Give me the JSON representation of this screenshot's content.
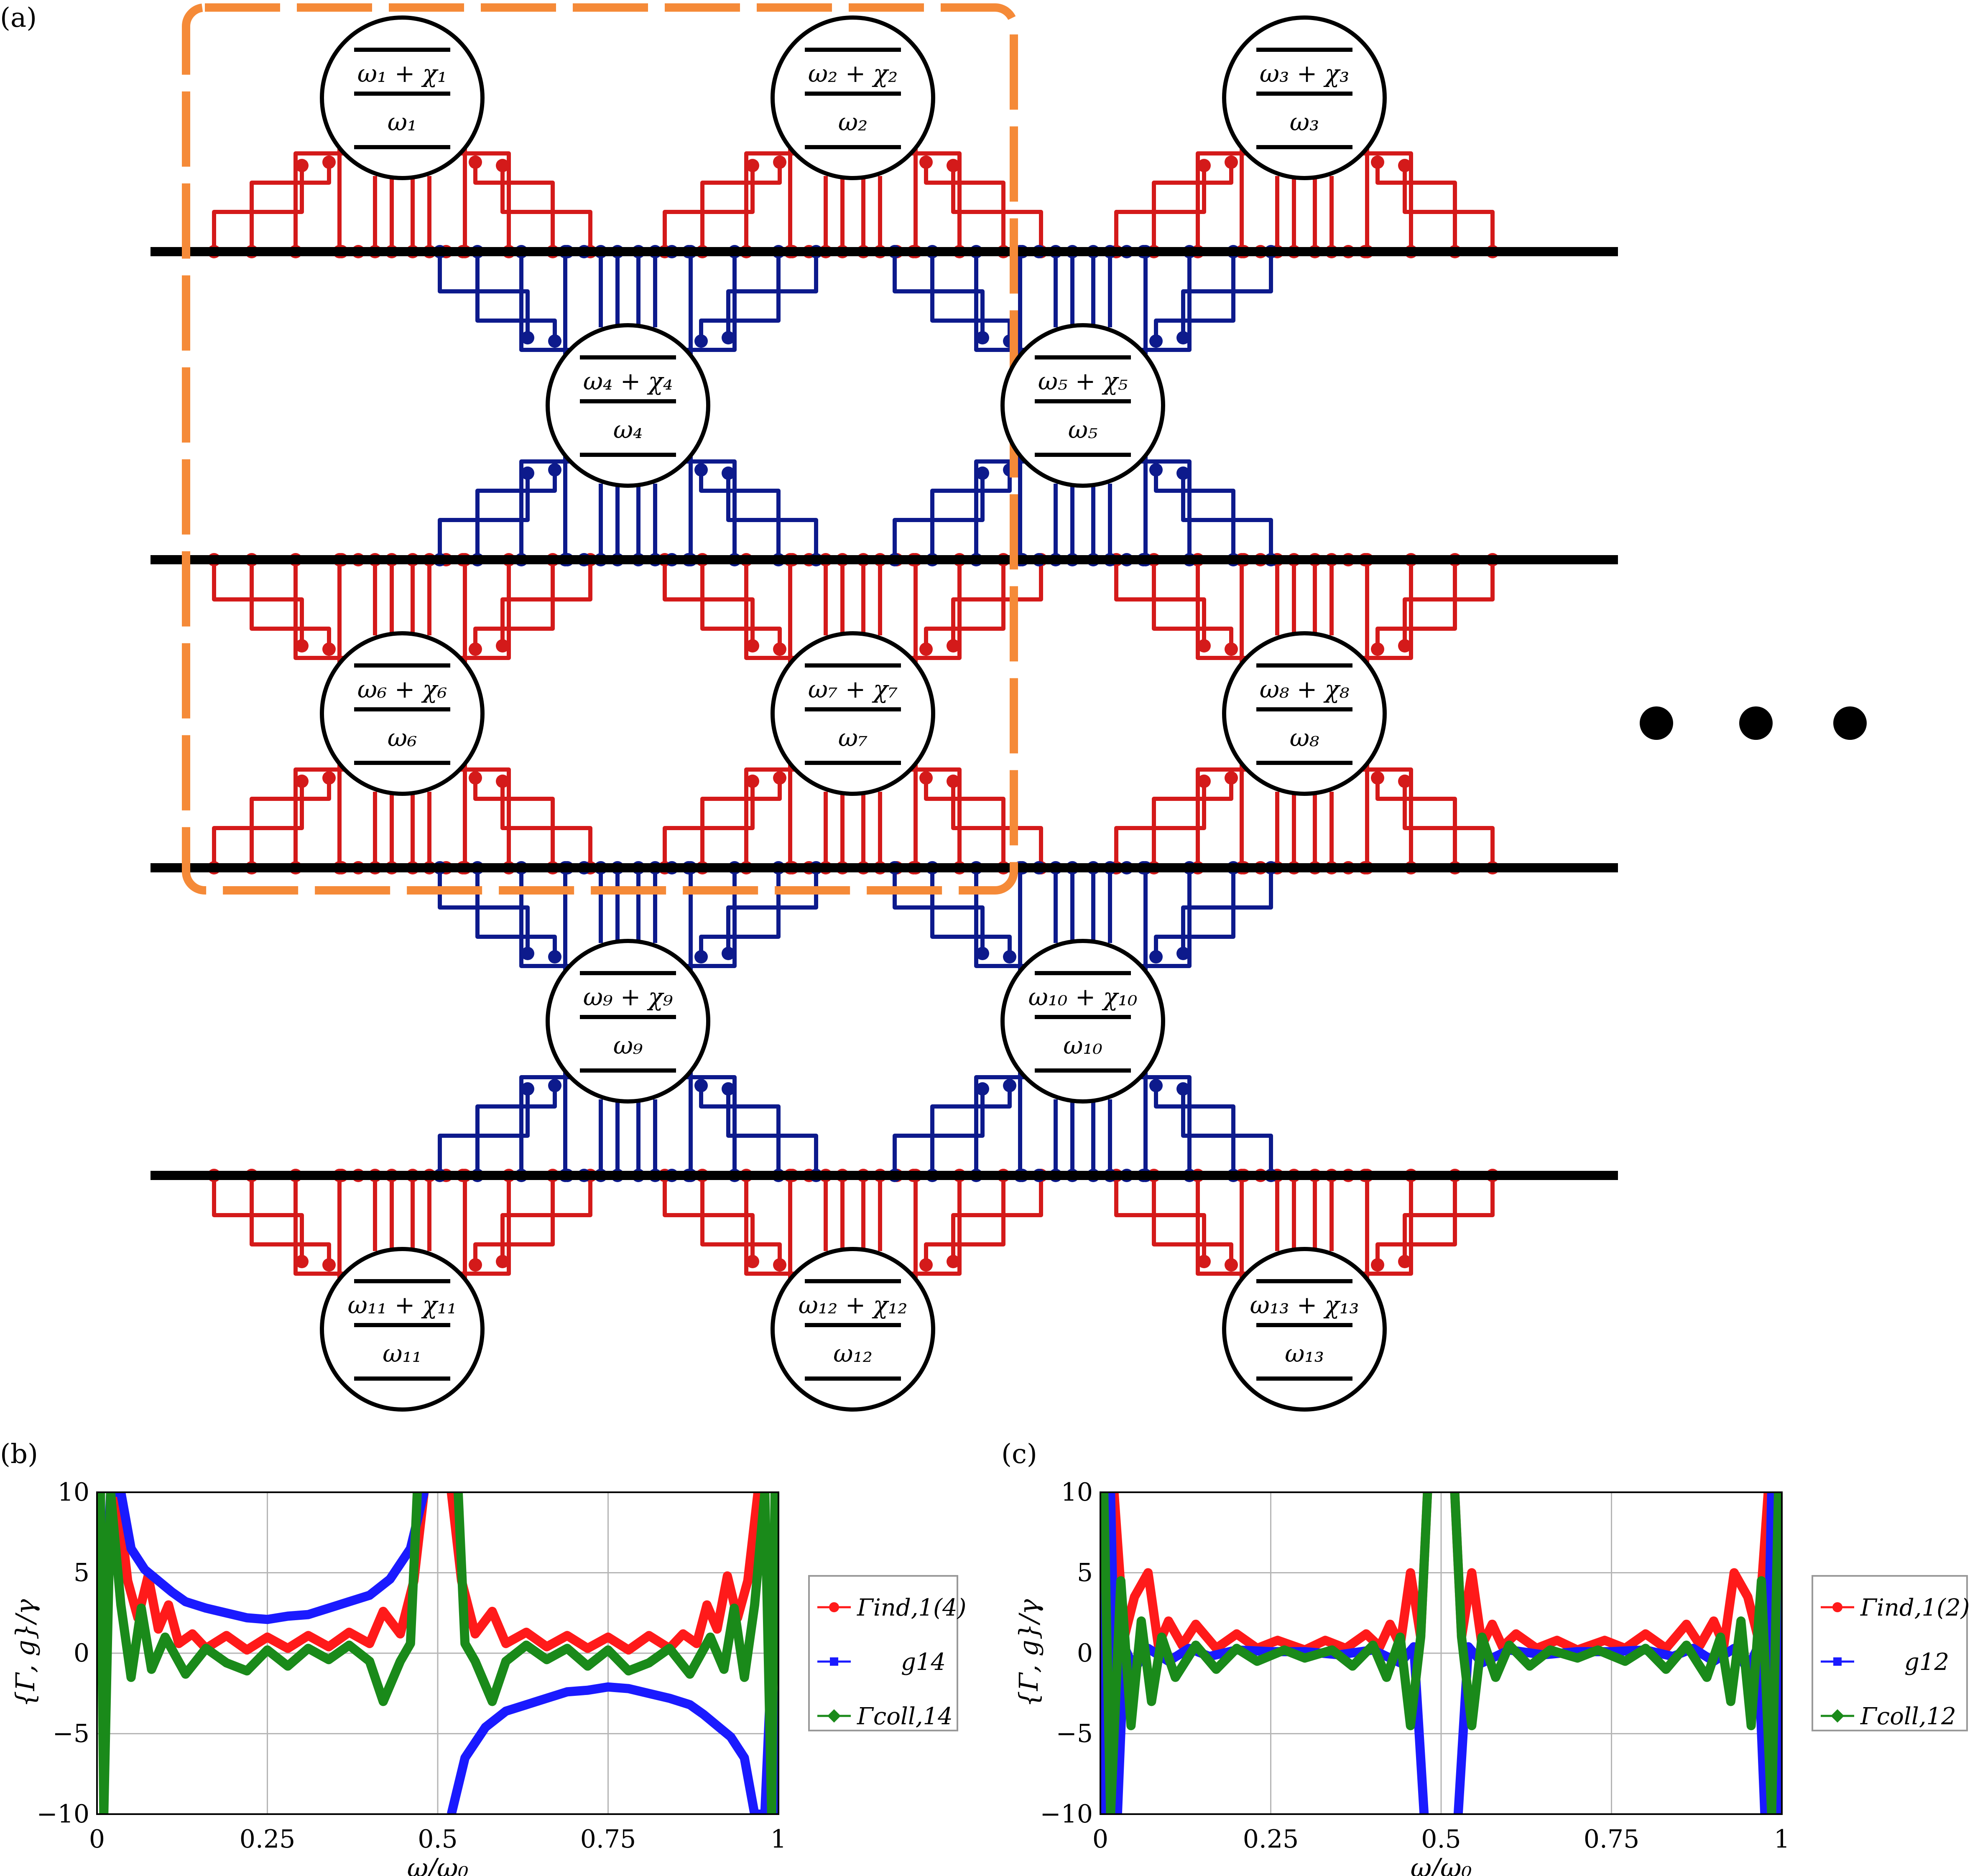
{
  "panels": {
    "a": "(a)",
    "b": "(b)",
    "c": "(c)"
  },
  "atoms": [
    {
      "id": "1",
      "upper": "ω₁ + χ₁",
      "lower": "ω₁"
    },
    {
      "id": "2",
      "upper": "ω₂ + χ₂",
      "lower": "ω₂"
    },
    {
      "id": "3",
      "upper": "ω₃ + χ₃",
      "lower": "ω₃"
    },
    {
      "id": "4",
      "upper": "ω₄ + χ₄",
      "lower": "ω₄"
    },
    {
      "id": "5",
      "upper": "ω₅ + χ₅",
      "lower": "ω₅"
    },
    {
      "id": "6",
      "upper": "ω₆ + χ₆",
      "lower": "ω₆"
    },
    {
      "id": "7",
      "upper": "ω₇ + χ₇",
      "lower": "ω₇"
    },
    {
      "id": "8",
      "upper": "ω₈ + χ₈",
      "lower": "ω₈"
    },
    {
      "id": "9",
      "upper": "ω₉ + χ₉",
      "lower": "ω₉"
    },
    {
      "id": "10",
      "upper": "ω₁₀ + χ₁₀",
      "lower": "ω₁₀"
    },
    {
      "id": "11",
      "upper": "ω₁₁ + χ₁₁",
      "lower": "ω₁₁"
    },
    {
      "id": "12",
      "upper": "ω₁₂ + χ₁₂",
      "lower": "ω₁₂"
    },
    {
      "id": "13",
      "upper": "ω₁₃ + χ₁₃",
      "lower": "ω₁₃"
    }
  ],
  "colors": {
    "red_coupling": "#d41a1a",
    "blue_coupling": "#0d1a8c",
    "waveguide": "#000000",
    "highlight_box": "#f58a38",
    "gamma_ind": "#ff1a1a",
    "g": "#1a1aff",
    "gamma_coll": "#1a8a1a"
  },
  "chart_data": [
    {
      "type": "line",
      "panel": "(b)",
      "ylabel": "{Γ, g}/γ",
      "xlabel": "ω/ω₀",
      "xlim": [
        0,
        1
      ],
      "ylim": [
        -10,
        10
      ],
      "xticks": [
        "0",
        "0.25",
        "0.5",
        "0.75",
        "1"
      ],
      "yticks": [
        "10",
        "5",
        "0",
        "−5",
        "−10"
      ],
      "grid": true,
      "legend_position": "right",
      "series": [
        {
          "name": "Γind,1(4)",
          "color": "#ff1a1a",
          "points": [
            [
              0.03,
              10
            ],
            [
              0.045,
              4.5
            ],
            [
              0.06,
              2.2
            ],
            [
              0.075,
              4.8
            ],
            [
              0.09,
              1.5
            ],
            [
              0.105,
              3
            ],
            [
              0.12,
              0.6
            ],
            [
              0.14,
              1.2
            ],
            [
              0.16,
              0.3
            ],
            [
              0.19,
              1.1
            ],
            [
              0.22,
              0.2
            ],
            [
              0.25,
              1
            ],
            [
              0.28,
              0.3
            ],
            [
              0.31,
              1.1
            ],
            [
              0.34,
              0.4
            ],
            [
              0.37,
              1.3
            ],
            [
              0.4,
              0.6
            ],
            [
              0.42,
              2.6
            ],
            [
              0.445,
              1.2
            ],
            [
              0.465,
              4.5
            ],
            [
              0.48,
              10
            ]
          ]
        },
        {
          "name": "g14",
          "color": "#1a1aff",
          "points": [
            [
              0.0,
              10
            ],
            [
              0.01,
              0.5
            ],
            [
              0.02,
              10
            ],
            [
              0.035,
              10
            ],
            [
              0.05,
              6.5
            ],
            [
              0.07,
              5.2
            ],
            [
              0.09,
              4.5
            ],
            [
              0.11,
              3.8
            ],
            [
              0.13,
              3.2
            ],
            [
              0.16,
              2.8
            ],
            [
              0.19,
              2.5
            ],
            [
              0.22,
              2.2
            ],
            [
              0.25,
              2.1
            ],
            [
              0.28,
              2.3
            ],
            [
              0.31,
              2.4
            ],
            [
              0.34,
              2.8
            ],
            [
              0.37,
              3.2
            ],
            [
              0.4,
              3.6
            ],
            [
              0.43,
              4.6
            ],
            [
              0.46,
              6.5
            ],
            [
              0.48,
              10
            ]
          ]
        },
        {
          "name": "Γcoll,14",
          "color": "#1a8a1a",
          "points": [
            [
              0.005,
              10
            ],
            [
              0.01,
              -10
            ],
            [
              0.02,
              10
            ],
            [
              0.035,
              3
            ],
            [
              0.05,
              -1.5
            ],
            [
              0.065,
              2.8
            ],
            [
              0.08,
              -1
            ],
            [
              0.1,
              1
            ],
            [
              0.13,
              -1.3
            ],
            [
              0.16,
              0.3
            ],
            [
              0.19,
              -0.6
            ],
            [
              0.22,
              -1.1
            ],
            [
              0.25,
              0.2
            ],
            [
              0.28,
              -0.8
            ],
            [
              0.31,
              0.3
            ],
            [
              0.34,
              -0.4
            ],
            [
              0.37,
              0.5
            ],
            [
              0.4,
              -0.5
            ],
            [
              0.42,
              -3
            ],
            [
              0.445,
              -0.5
            ],
            [
              0.46,
              0.6
            ],
            [
              0.47,
              10
            ]
          ]
        }
      ]
    },
    {
      "type": "line",
      "panel": "(c)",
      "ylabel": "{Γ, g}/γ",
      "xlabel": "ω/ω₀",
      "xlim": [
        0,
        1
      ],
      "ylim": [
        -10,
        10
      ],
      "xticks": [
        "0",
        "0.25",
        "0.5",
        "0.75",
        "1"
      ],
      "yticks": [
        "10",
        "5",
        "0",
        "−5",
        "−10"
      ],
      "grid": true,
      "legend_position": "right",
      "series": [
        {
          "name": "Γind,1(2)",
          "color": "#ff1a1a",
          "points": [
            [
              0.02,
              10
            ],
            [
              0.035,
              1
            ],
            [
              0.05,
              3.5
            ],
            [
              0.07,
              5
            ],
            [
              0.085,
              0.5
            ],
            [
              0.1,
              2
            ],
            [
              0.12,
              0.5
            ],
            [
              0.14,
              1.8
            ],
            [
              0.17,
              0.3
            ],
            [
              0.2,
              1.2
            ],
            [
              0.23,
              0.3
            ],
            [
              0.26,
              0.8
            ],
            [
              0.3,
              0.2
            ],
            [
              0.33,
              0.8
            ],
            [
              0.36,
              0.3
            ],
            [
              0.39,
              1.2
            ],
            [
              0.41,
              0.4
            ],
            [
              0.425,
              1.8
            ],
            [
              0.44,
              0.5
            ],
            [
              0.455,
              5
            ],
            [
              0.47,
              1
            ],
            [
              0.48,
              10
            ]
          ]
        },
        {
          "name": "g12",
          "color": "#1a1aff",
          "points": [
            [
              0.003,
              10
            ],
            [
              0.008,
              -10
            ],
            [
              0.015,
              10
            ],
            [
              0.025,
              -10
            ],
            [
              0.035,
              0.4
            ],
            [
              0.05,
              -1
            ],
            [
              0.07,
              0.3
            ],
            [
              0.1,
              -0.5
            ],
            [
              0.13,
              0.3
            ],
            [
              0.16,
              -0.2
            ],
            [
              0.2,
              0.2
            ],
            [
              0.25,
              0.1
            ],
            [
              0.3,
              0.1
            ],
            [
              0.35,
              -0.1
            ],
            [
              0.4,
              0.2
            ],
            [
              0.44,
              -0.6
            ],
            [
              0.46,
              0.4
            ],
            [
              0.475,
              -10
            ]
          ]
        },
        {
          "name": "Γcoll,12",
          "color": "#1a8a1a",
          "points": [
            [
              0.005,
              10
            ],
            [
              0.015,
              -10
            ],
            [
              0.03,
              4.5
            ],
            [
              0.045,
              -4.5
            ],
            [
              0.06,
              2
            ],
            [
              0.075,
              -3
            ],
            [
              0.09,
              1
            ],
            [
              0.11,
              -1.5
            ],
            [
              0.14,
              0.5
            ],
            [
              0.17,
              -1
            ],
            [
              0.2,
              0.3
            ],
            [
              0.23,
              -0.5
            ],
            [
              0.27,
              0.2
            ],
            [
              0.3,
              -0.3
            ],
            [
              0.34,
              0.2
            ],
            [
              0.37,
              -0.8
            ],
            [
              0.4,
              0.5
            ],
            [
              0.42,
              -1.5
            ],
            [
              0.44,
              1
            ],
            [
              0.455,
              -4.5
            ],
            [
              0.47,
              1
            ],
            [
              0.48,
              10
            ]
          ]
        }
      ]
    }
  ]
}
